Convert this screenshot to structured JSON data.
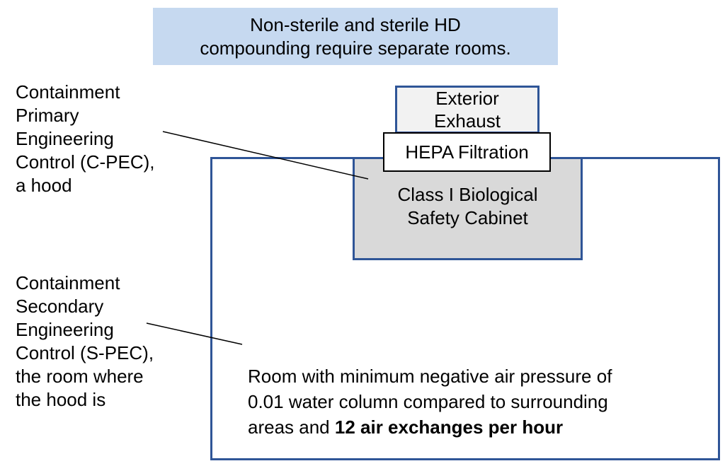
{
  "banner": {
    "line1": "Non-sterile and sterile HD",
    "line2": "compounding require separate rooms."
  },
  "cpec_label": {
    "line1": "Containment",
    "line2": "Primary",
    "line3": "Engineering",
    "line4": "Control (C-PEC),",
    "line5": "a hood"
  },
  "spec_label": {
    "line1": "Containment",
    "line2": "Secondary",
    "line3": "Engineering",
    "line4": "Control (S-PEC),",
    "line5": "the room where",
    "line6": "the hood is"
  },
  "exhaust": {
    "line1": "Exterior",
    "line2": "Exhaust"
  },
  "hepa": {
    "label": "HEPA Filtration"
  },
  "cabinet": {
    "line1": "Class I Biological",
    "line2": "Safety Cabinet"
  },
  "room": {
    "line1": "Room with minimum negative air pressure of",
    "line2": "0.01 water column compared to surrounding",
    "line3_plain": "areas and ",
    "line3_bold": "12 air exchanges per hour"
  },
  "colors": {
    "banner_fill": "#c6d9f0",
    "box_border": "#2f5597",
    "cabinet_fill": "#d9d9d9",
    "exhaust_fill": "#f2f2f2"
  }
}
